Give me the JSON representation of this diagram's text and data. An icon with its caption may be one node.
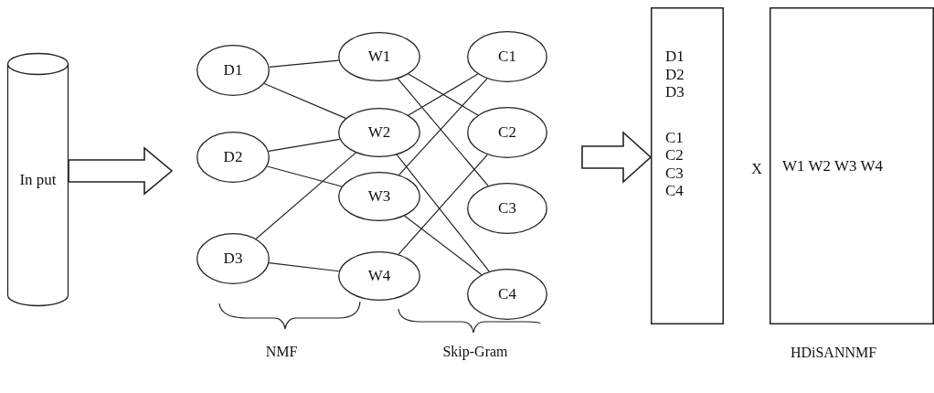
{
  "diagram": {
    "nodes": [
      {
        "text": [
          "In put"
        ]
      },
      {
        "text": [
          "D1"
        ]
      },
      {
        "text": [
          "D2"
        ]
      },
      {
        "text": [
          "D3"
        ]
      },
      {
        "text": [
          "W1"
        ]
      },
      {
        "text": [
          "W2"
        ]
      },
      {
        "text": [
          "W3"
        ]
      },
      {
        "text": [
          "W4"
        ]
      },
      {
        "text": [
          "C1"
        ]
      },
      {
        "text": [
          "C2"
        ]
      },
      {
        "text": [
          "C3"
        ]
      },
      {
        "text": [
          "C4"
        ]
      },
      {
        "text": [
          "D1 D2 D3",
          "C1 C2 C3 C4"
        ]
      },
      {
        "text": [
          "W1 W2 W3 W4"
        ]
      }
    ],
    "edges": [
      {
        "from": 0,
        "to": null,
        "arrow": "to",
        "style": "thick"
      },
      {
        "from": 1,
        "to": 4,
        "arrow": "none"
      },
      {
        "from": 1,
        "to": 5,
        "arrow": "none"
      },
      {
        "from": 2,
        "to": 5,
        "arrow": "none"
      },
      {
        "from": 2,
        "to": 6,
        "arrow": "none"
      },
      {
        "from": 3,
        "to": 5,
        "arrow": "none"
      },
      {
        "from": 3,
        "to": 7,
        "arrow": "none"
      },
      {
        "from": 4,
        "to": 9,
        "arrow": "none"
      },
      {
        "from": 4,
        "to": 10,
        "arrow": "none"
      },
      {
        "from": 5,
        "to": 8,
        "arrow": "none"
      },
      {
        "from": 5,
        "to": 11,
        "arrow": "none"
      },
      {
        "from": 6,
        "to": 8,
        "arrow": "none"
      },
      {
        "from": 6,
        "to": 11,
        "arrow": "none"
      },
      {
        "from": 7,
        "to": 9,
        "arrow": "none"
      },
      {
        "from": null,
        "to": 12,
        "arrow": "to",
        "style": "thick"
      }
    ],
    "labels": [
      "NMF",
      "Skip-Gram",
      "X",
      "HDiSANNMF"
    ]
  }
}
